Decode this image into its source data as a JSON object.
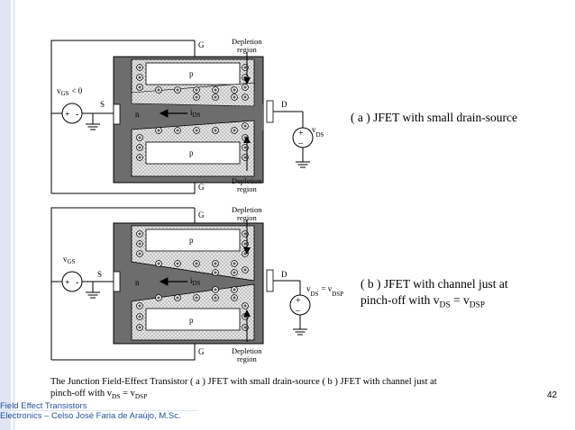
{
  "slide": {
    "page_number": "42",
    "footer_line1": "Field Effect Transistors",
    "footer_line2": "Electronics – Celso José Faria de Araújo, M.Sc."
  },
  "captions": {
    "a": "( a ) JFET with small drain-source",
    "b_line1": "( b ) JFET with channel just at",
    "b_line2_prefix": "pinch-off with v",
    "b_line2_sub1": "DS",
    "b_line2_mid": " = v",
    "b_line2_sub2": "DSP",
    "bottom_line1": "The Junction Field-Effect Transistor ( a ) JFET with small drain-source ( b ) JFET with channel just at",
    "bottom_line2_prefix": "pinch-off with v",
    "bottom_line2_sub1": "DS",
    "bottom_line2_mid": " = v",
    "bottom_line2_sub2": "DSP"
  },
  "diagram_a": {
    "gate_top": "G",
    "gate_bottom": "G",
    "source": "S",
    "drain": "D",
    "depletion_top_1": "Depletion",
    "depletion_top_2": "region",
    "depletion_bottom_1": "Depletion",
    "depletion_bottom_2": "region",
    "p_top": "p",
    "p_bottom": "p",
    "n": "n",
    "current": "i",
    "current_sub": "DS",
    "vgs": "v",
    "vgs_sub": "GS",
    "vgs_cond": "< 0",
    "vds": "v",
    "vds_sub": "DS",
    "plus": "+",
    "minus": "–",
    "src_plus": "+",
    "src_minus": "-"
  },
  "diagram_b": {
    "gate_top": "G",
    "gate_bottom": "G",
    "source": "S",
    "drain": "D",
    "depletion_top_1": "Depletion",
    "depletion_top_2": "region",
    "depletion_bottom_1": "Depletion",
    "depletion_bottom_2": "region",
    "p_top": "p",
    "p_bottom": "p",
    "n": "n",
    "current": "i",
    "current_sub": "DS",
    "vgs": "v",
    "vgs_sub": "GS",
    "vds": "v",
    "vds_sub": "DS",
    "vds_eq": "= v",
    "vds_eq_sub": "DSP",
    "plus": "+",
    "minus": "–",
    "src_plus": "+",
    "src_minus": "-"
  }
}
